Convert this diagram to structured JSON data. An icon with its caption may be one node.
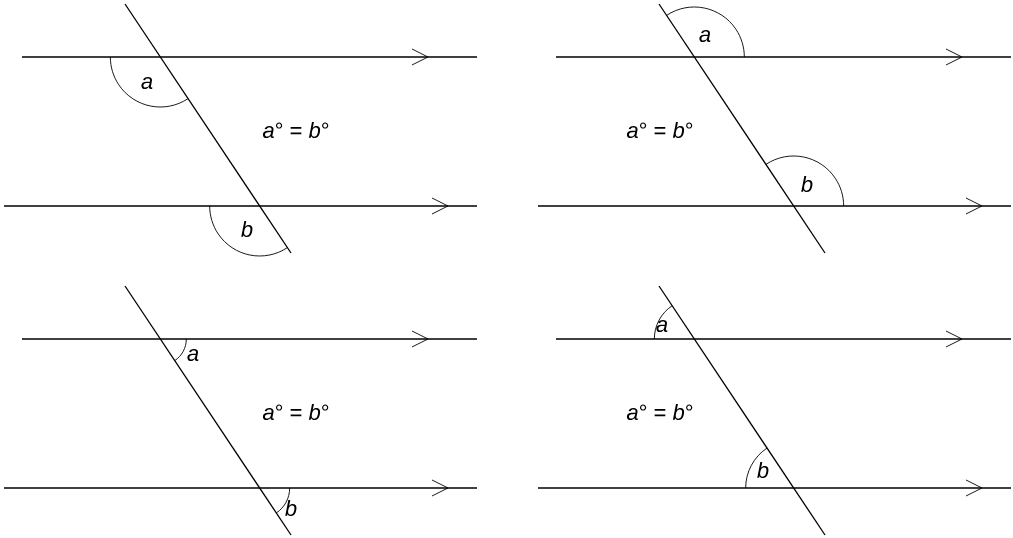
{
  "diagram": {
    "labels": [
      "a",
      "*a*° = *b*°",
      "b",
      "a",
      "*a*° = *b*°",
      "b",
      "a",
      "*a*° = *b*°",
      "b",
      "a",
      "*a*° = *b*°",
      "b"
    ]
  }
}
